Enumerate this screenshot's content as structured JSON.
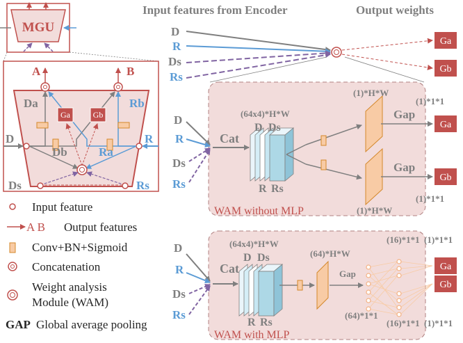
{
  "colors": {
    "gray_arrow": "#7f7f7f",
    "blue_arrow": "#5b9bd5",
    "purple_arrow": "#8064a2",
    "red": "#c0504d",
    "panel_fill": "#f2dcdb",
    "output_fill": "#c0504d",
    "orange_block": "#f8cba5",
    "cube_blue": "#add8e6"
  },
  "header": {
    "input_title": "Input features from Encoder",
    "output_title": "Output weights"
  },
  "mgu": {
    "title": "MGU",
    "out_a": "A",
    "out_b": "B",
    "in_d": "D",
    "in_r": "R",
    "in_ds": "Ds",
    "in_rs": "Rs",
    "da": "Da",
    "db": "Db",
    "ra": "Ra",
    "rb": "Rb",
    "ga": "Ga",
    "gb": "Gb"
  },
  "top_inputs": [
    "D",
    "R",
    "Ds",
    "Rs"
  ],
  "top_outputs": [
    "Ga",
    "Gb"
  ],
  "wam_no_mlp": {
    "inputs": [
      "D",
      "R",
      "Ds",
      "Rs"
    ],
    "cat": "Cat",
    "cube_dim": "(64x4)*H*W",
    "cube_front": "D",
    "cube_front2": "Ds",
    "cube_bottom": "R",
    "cube_bottom2": "Rs",
    "branch_dim_top": "(1)*H*W",
    "branch_dim_bottom": "(1)*H*W",
    "gap_top": "Gap",
    "gap_bottom": "Gap",
    "out_dim_top": "(1)*1*1",
    "out_dim_bottom": "(1)*1*1",
    "out_a": "Ga",
    "out_b": "Gb",
    "caption": "WAM without MLP"
  },
  "wam_mlp": {
    "inputs": [
      "D",
      "R",
      "Ds",
      "Rs"
    ],
    "cat": "Cat",
    "cube_dim": "(64x4)*H*W",
    "cube_front": "D",
    "cube_front2": "Ds",
    "cube_bottom": "R",
    "cube_bottom2": "Rs",
    "conv_dim": "(64)*H*W",
    "gap": "Gap",
    "fc_in_dim": "(64)*1*1",
    "fc_top_dim": "(16)*1*1",
    "fc_bottom_dim": "(16)*1*1",
    "out_dim_top": "(1)*1*1",
    "out_dim_bottom": "(1)*1*1",
    "out_a": "Ga",
    "out_b": "Gb",
    "caption": "WAM with MLP"
  },
  "legend": {
    "input_feature": "Input feature",
    "output_features_ab": "A B",
    "output_features": "Output features",
    "conv": "Conv+BN+Sigmoid",
    "concat": "Concatenation",
    "wam_line1": "Weight analysis",
    "wam_line2": "Module (WAM)",
    "gap_abbr": "GAP",
    "gap_text": "Global average pooling"
  }
}
